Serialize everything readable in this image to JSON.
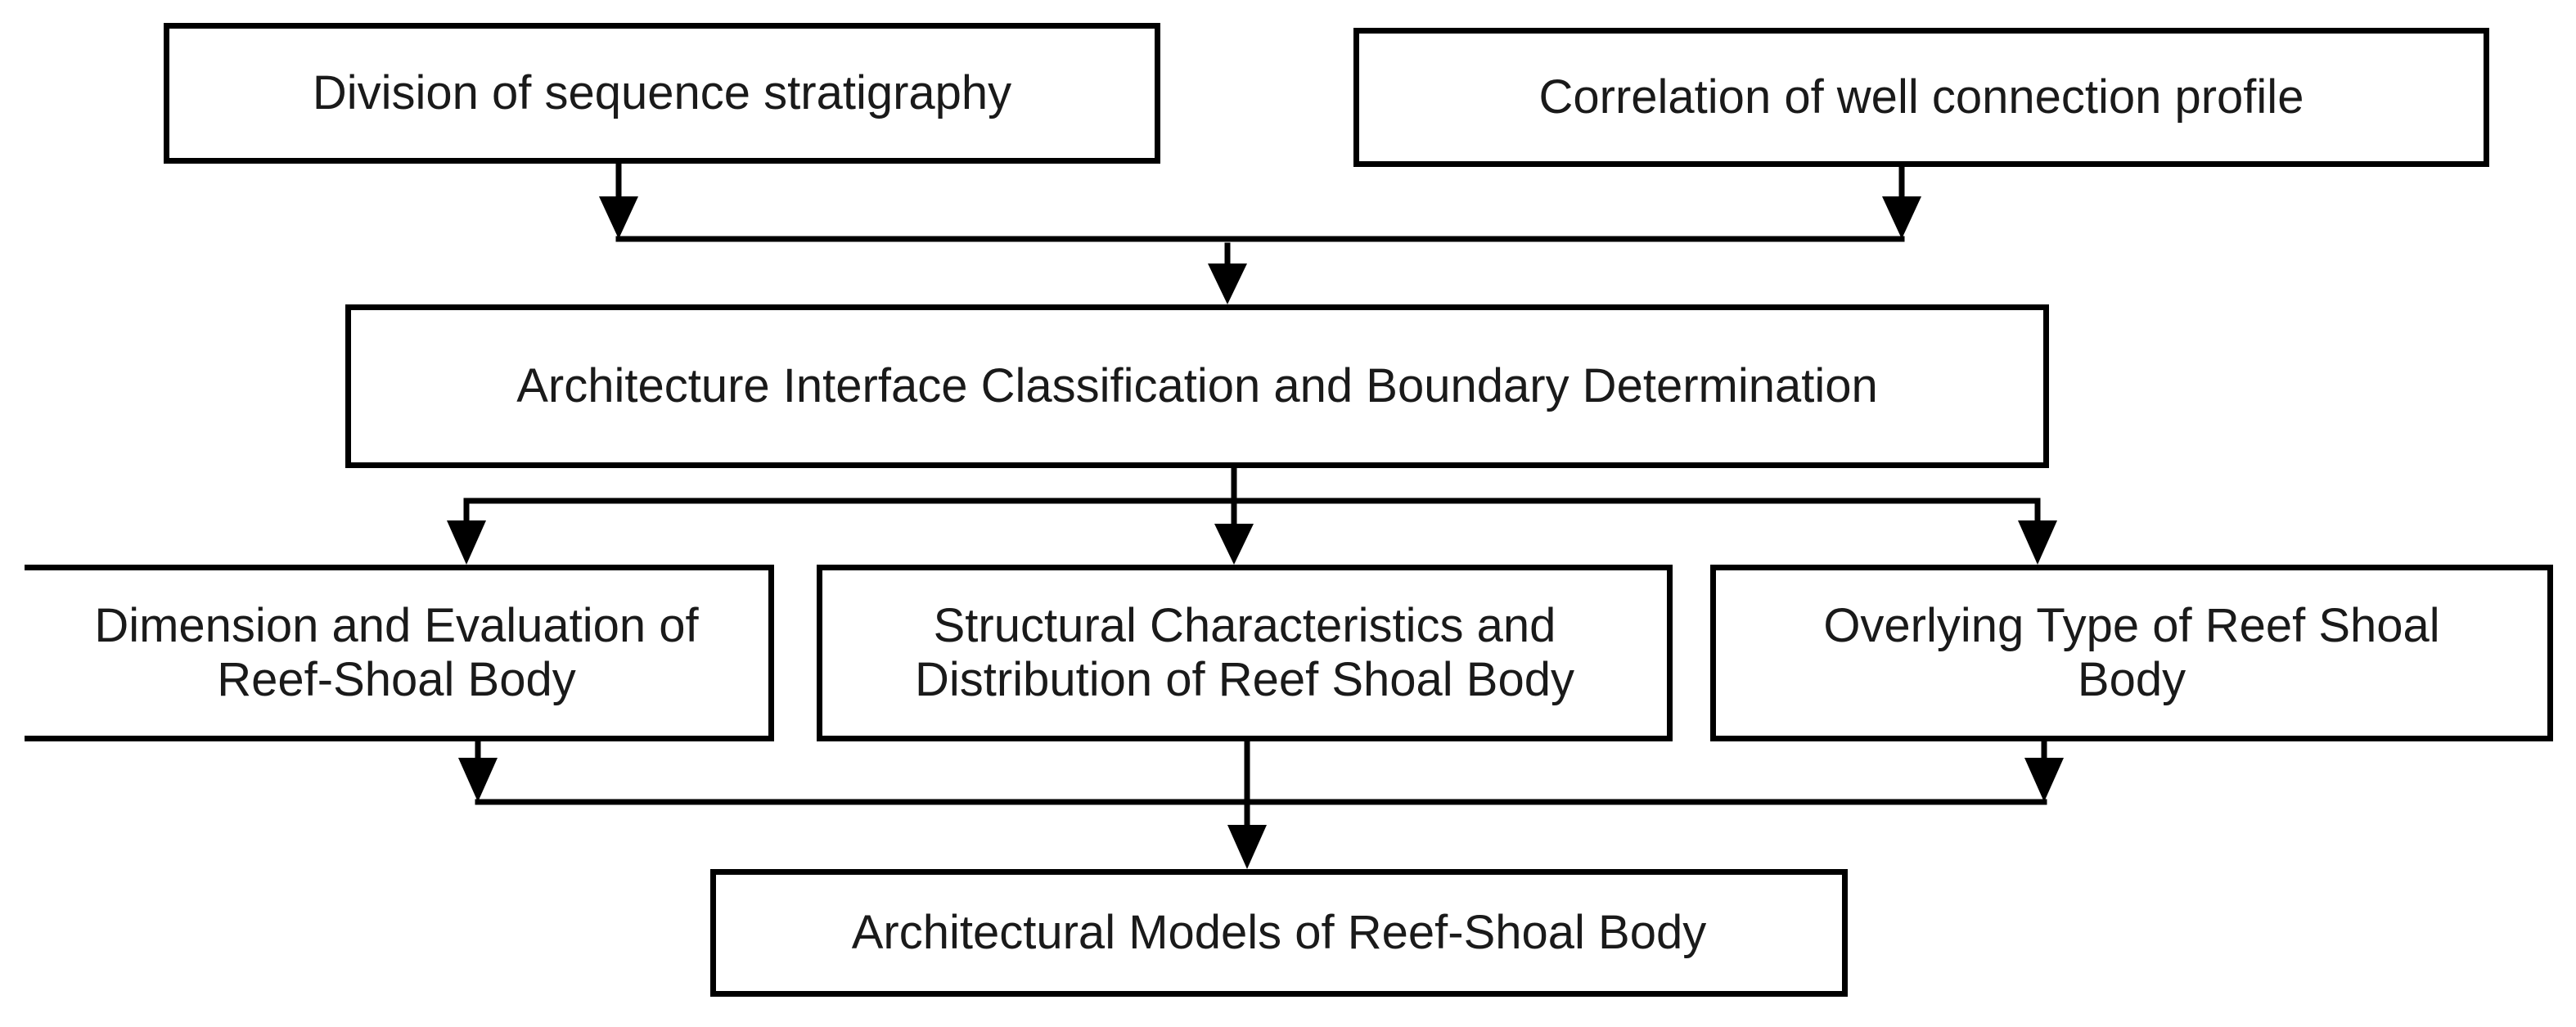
{
  "diagram": {
    "nodes": {
      "division": "Division of sequence stratigraphy",
      "correlation": "Correlation of well connection profile",
      "architecture": "Architecture Interface Classification and Boundary Determination",
      "dimension": "Dimension and Evaluation of\nReef-Shoal Body",
      "structural": "Structural Characteristics and\nDistribution of Reef Shoal Body",
      "overlying": "Overlying Type of Reef Shoal\nBody",
      "models": "Architectural Models of Reef-Shoal Body"
    },
    "edges": [
      {
        "from": "division",
        "to": "architecture"
      },
      {
        "from": "correlation",
        "to": "architecture"
      },
      {
        "from": "architecture",
        "to": "dimension"
      },
      {
        "from": "architecture",
        "to": "structural"
      },
      {
        "from": "architecture",
        "to": "overlying"
      },
      {
        "from": "dimension",
        "to": "models"
      },
      {
        "from": "structural",
        "to": "models"
      },
      {
        "from": "overlying",
        "to": "models"
      }
    ],
    "colors": {
      "stroke": "#000000",
      "text": "#1a1a1a",
      "background": "#ffffff"
    }
  }
}
